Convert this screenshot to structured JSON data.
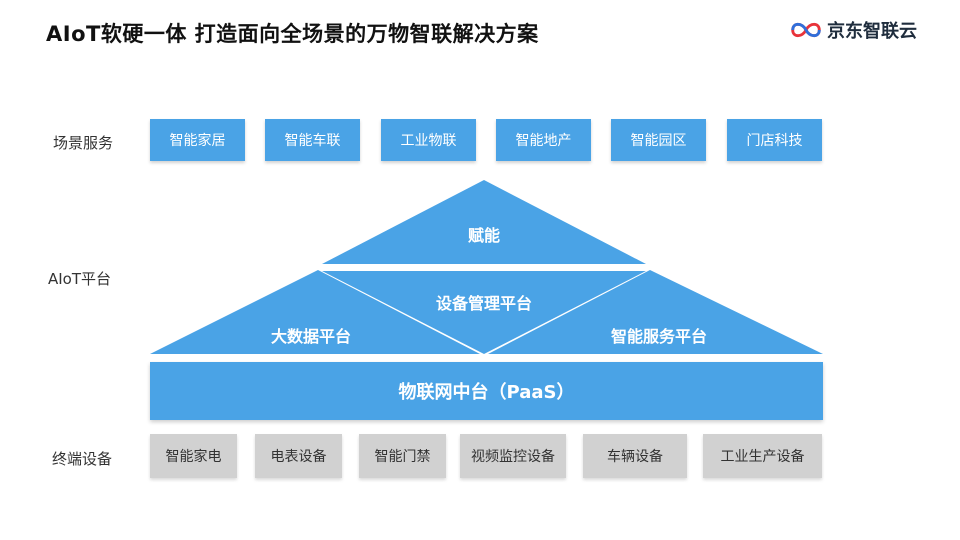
{
  "title": "AIoT软硬一体  打造面向全场景的万物智联解决方案",
  "logo": {
    "text": "京东智联云",
    "icon": "jd-cloud-logo-icon"
  },
  "rows": {
    "scene": "场景服务",
    "platform": "AIoT平台",
    "device": "终端设备"
  },
  "scene_services": [
    "智能家居",
    "智能车联",
    "工业物联",
    "智能地产",
    "智能园区",
    "门店科技"
  ],
  "platform": {
    "top": "赋能",
    "middle": "设备管理平台",
    "left": "大数据平台",
    "right": "智能服务平台",
    "base": "物联网中台（PaaS）"
  },
  "devices": [
    "智能家电",
    "电表设备",
    "智能门禁",
    "视频监控设备",
    "车辆设备",
    "工业生产设备"
  ],
  "colors": {
    "blue": "#4aa3e6",
    "gray": "#d1d1d1"
  }
}
